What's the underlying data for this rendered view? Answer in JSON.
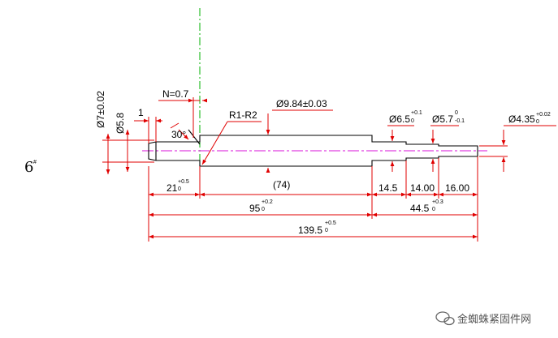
{
  "drawing": {
    "part_mark": "6",
    "part_mark_sup": "#",
    "labels": {
      "dia7": "Ø7±0.02",
      "dia58": "Ø5.8",
      "chamfer_len": "1",
      "n_value": "N=0.7",
      "angle": "30°",
      "radius": "R1-R2",
      "dia984": "Ø9.84±0.03",
      "dia65": "Ø6.5",
      "dia65_tol_up": "+0.1",
      "dia65_tol_lo": "0",
      "dia57": "Ø5.7",
      "dia57_tol_up": "0",
      "dia57_tol_lo": "-0.1",
      "dia435": "Ø4.35",
      "dia435_tol_up": "+0.02",
      "dia435_tol_lo": "0",
      "len21": "21",
      "len21_tol_up": "+0.5",
      "len21_tol_lo": "0",
      "len74": "(74)",
      "len145": "14.5",
      "len1400": "14.00",
      "len1600": "16.00",
      "len95": "95",
      "len95_tol_up": "+0.2",
      "len95_tol_lo": "0",
      "len445": "44.5",
      "len445_tol_up": "+0.3",
      "len445_tol_lo": "0",
      "len1395": "139.5",
      "len1395_tol_up": "+0.5",
      "len1395_tol_lo": "0"
    }
  },
  "watermark": {
    "icon": "wechat-icon",
    "text": "金蜘蛛紧固件网"
  },
  "colors": {
    "line": "#000000",
    "dimension": "#e00000",
    "centerline": "#e040e0",
    "vertical_axis": "#00b000"
  }
}
